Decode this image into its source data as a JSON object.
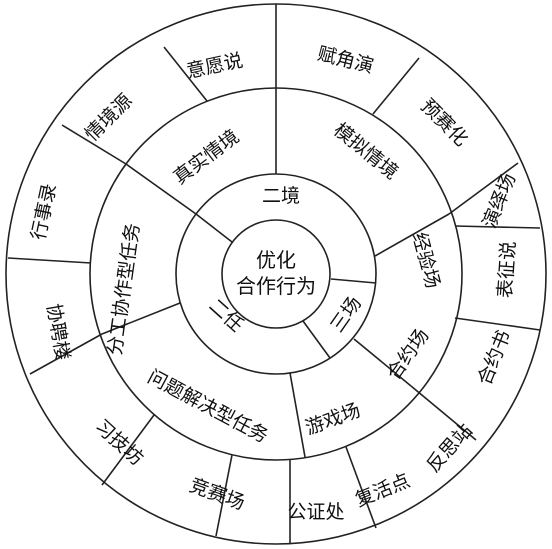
{
  "center": {
    "line1": "优化",
    "line2": "合作行为"
  },
  "inner_ring": {
    "jing": "二境",
    "ren": "二任",
    "chang": "三场"
  },
  "middle_ring": {
    "zhenshi": "真实情境",
    "moni": "模拟情境",
    "jingyan": "经验场",
    "heyue": "合约场",
    "youxi": "游戏场",
    "wenti": "问题解决型任务",
    "fengong": "分工协作型任务"
  },
  "outer_ring": {
    "yiyuan": "意愿说",
    "fujiao": "赋角演",
    "yusai": "预赛化",
    "yanyi": "演绎场",
    "biaozheng": "表征说",
    "heyueshu": "合约书",
    "fansi": "反思站",
    "fuhuo": "复活点",
    "gongzheng": "公证处",
    "jingsai": "竞赛场",
    "xiji": "习技坊",
    "xiepin": "协聘楼",
    "xingshi": "行事录",
    "qingjing": "情境源"
  }
}
